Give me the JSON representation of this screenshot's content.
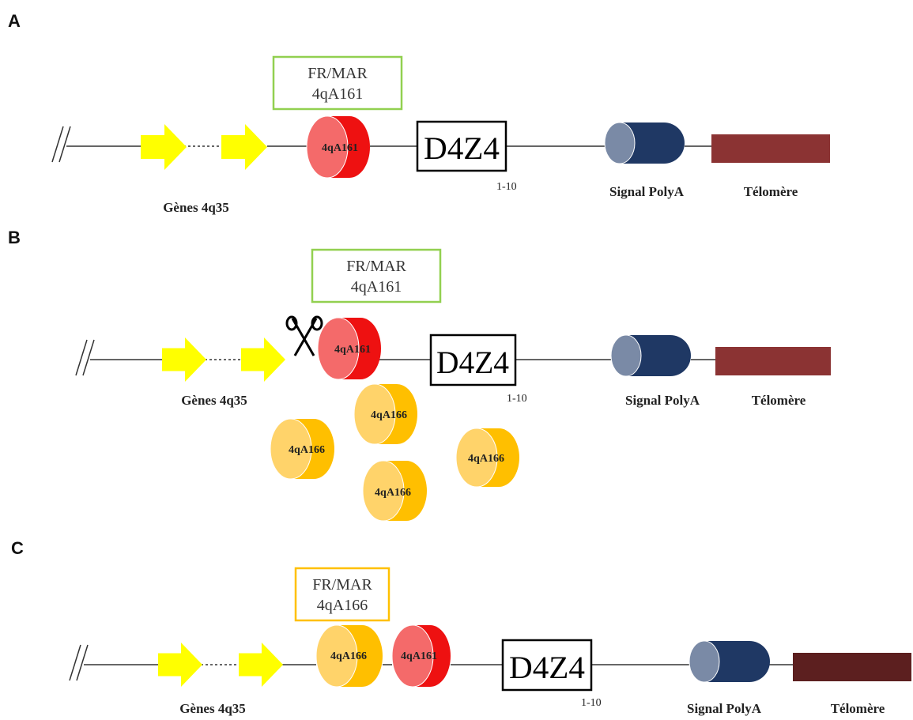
{
  "panels": {
    "a": {
      "letter": "A",
      "frmar_line1": "FR/MAR",
      "frmar_line2": "4qA161",
      "cyl_red_label": "4qA161",
      "d4z4": "D4Z4",
      "repeat_range": "1-10",
      "genes_label": "Gènes 4q35",
      "polya_label": "Signal PolyA",
      "telomere_label": "Télomère"
    },
    "b": {
      "letter": "B",
      "frmar_line1": "FR/MAR",
      "frmar_line2": "4qA161",
      "cyl_red_label": "4qA161",
      "d4z4": "D4Z4",
      "repeat_range": "1-10",
      "genes_label": "Gènes 4q35",
      "polya_label": "Signal PolyA",
      "telomere_label": "Télomère",
      "free_cylinders": [
        "4qA166",
        "4qA166",
        "4qA166",
        "4qA166"
      ]
    },
    "c": {
      "letter": "C",
      "frmar_line1": "FR/MAR",
      "frmar_line2": "4qA166",
      "cyl_orange_label": "4qA166",
      "cyl_red_label": "4qA161",
      "d4z4": "D4Z4",
      "repeat_range": "1-10",
      "genes_label": "Gènes 4q35",
      "polya_label": "Signal PolyA",
      "telomere_label": "Télomère"
    }
  },
  "colors": {
    "arrow": "#ffff00",
    "red_front": "#f46a6a",
    "red_body": "#ee1111",
    "orange_front": "#ffd36a",
    "orange_body": "#ffbf00",
    "navy_front": "#7a8aa6",
    "navy_body": "#1f3864",
    "telomere_ab": "#8b3333",
    "telomere_c": "#5c1f1f",
    "frmar_green": "#92d050",
    "frmar_orange": "#ffc000"
  }
}
